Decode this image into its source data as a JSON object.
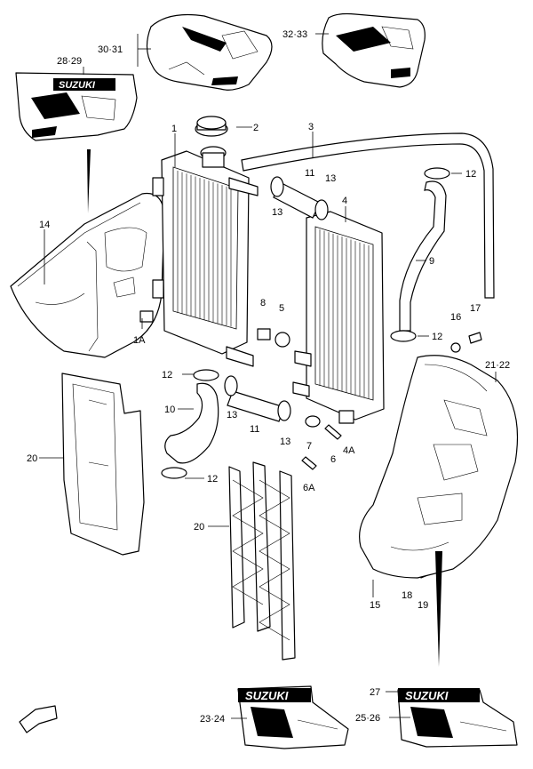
{
  "decals": {
    "suzuki_text": "SUZUKI"
  },
  "callouts": {
    "c1": "1",
    "c1a": "1A",
    "c2": "2",
    "c3": "3",
    "c4": "4",
    "c4a": "4A",
    "c5": "5",
    "c6": "6",
    "c6a": "6A",
    "c7": "7",
    "c8": "8",
    "c9": "9",
    "c10": "10",
    "c11_top": "11",
    "c11_bottom": "11",
    "c12_top": "12",
    "c12_mid_right": "12",
    "c12_mid_left": "12",
    "c12_bottom": "12",
    "c13_a": "13",
    "c13_b": "13",
    "c13_c": "13",
    "c13_d": "13",
    "c14": "14",
    "c15": "15",
    "c16": "16",
    "c17": "17",
    "c18": "18",
    "c19": "19",
    "c20_left": "20",
    "c20_mid": "20",
    "c21_22": "21·22",
    "c23_24": "23·24",
    "c25_26": "25·26",
    "c27": "27",
    "c28_29": "28·29",
    "c30_31": "30·31",
    "c32_33": "32·33"
  },
  "colors": {
    "ink": "#000000",
    "paper": "#ffffff"
  }
}
